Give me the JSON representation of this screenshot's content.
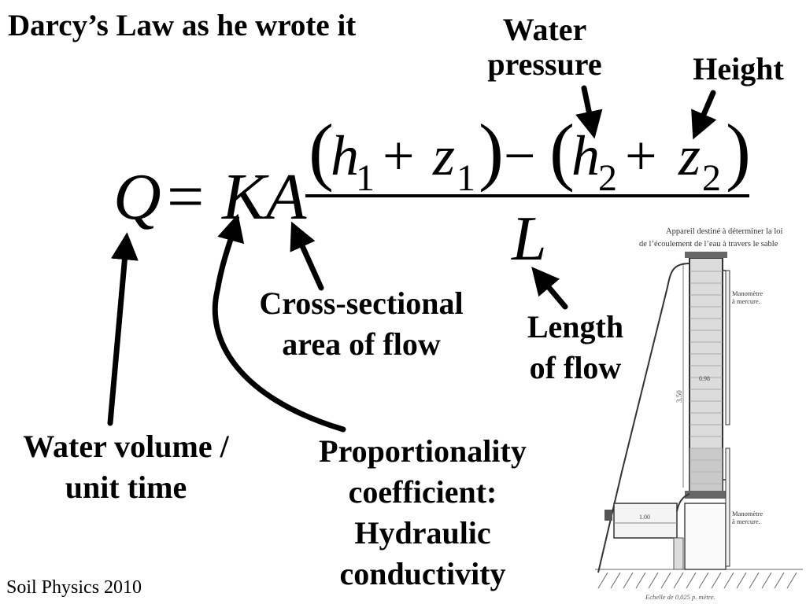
{
  "slide": {
    "title": "Darcy’s Law as he wrote it",
    "footer": "Soil Physics 2010"
  },
  "equation": {
    "lhs": "Q",
    "equals": "=",
    "coef": "KA",
    "h": "h",
    "z": "z",
    "sub1": "1",
    "sub2": "2",
    "plus": "+",
    "minus": "−",
    "lparen": "(",
    "rparen": ")",
    "denominator": "L"
  },
  "labels": {
    "water_pressure": [
      "Water",
      "pressure"
    ],
    "height": "Height",
    "cross_section": [
      "Cross-sectional",
      "area of flow"
    ],
    "length": [
      "Length",
      "of flow"
    ],
    "water_volume": [
      "Water volume /",
      "unit time"
    ],
    "proportionality": [
      "Proportionality",
      "coefficient:",
      "Hydraulic",
      "conductivity"
    ]
  },
  "apparatus": {
    "caption_lines": [
      "Appareil destiné à déterminer la loi",
      "de l’écoulement de l’eau à travers le sable"
    ],
    "manometer_label_1": [
      "Manomètre",
      "à mercure."
    ],
    "manometer_label_2": [
      "Manomètre",
      "à mercure."
    ],
    "height_marking": "3.50",
    "small_marking_1": "0.98",
    "small_marking_2": "1.00",
    "scale_text": "Echelle de 0,025 p. mètre."
  }
}
